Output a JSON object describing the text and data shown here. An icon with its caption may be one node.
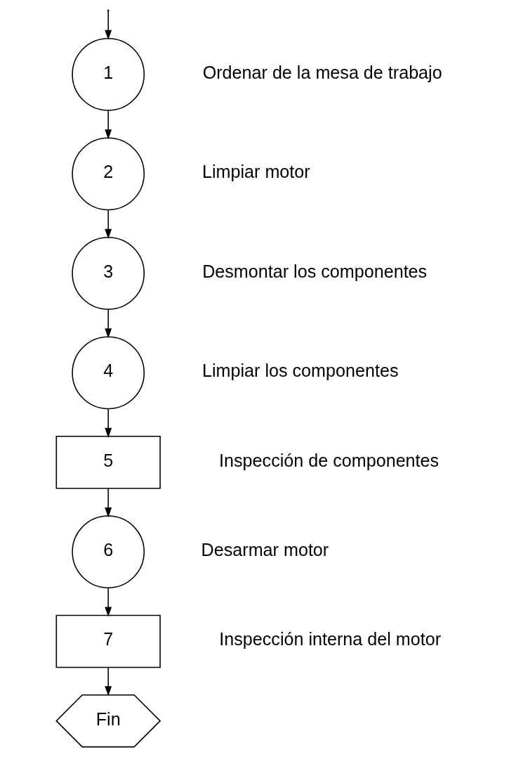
{
  "diagram": {
    "nodes": [
      {
        "text": [
          "1"
        ],
        "beside": [
          "Ordenar de la mesa de trabajo"
        ]
      },
      {
        "text": [
          "2"
        ],
        "beside": [
          "Limpiar motor"
        ]
      },
      {
        "text": [
          "3"
        ],
        "beside": [
          "Desmontar los componentes"
        ]
      },
      {
        "text": [
          "4"
        ],
        "beside": [
          "Limpiar los componentes"
        ]
      },
      {
        "text": [
          "5"
        ],
        "beside": [
          "Inspección de componentes"
        ]
      },
      {
        "text": [
          "6"
        ],
        "beside": [
          "Desarmar motor"
        ]
      },
      {
        "text": [
          "7"
        ],
        "beside": [
          "Inspección interna del motor"
        ]
      },
      {
        "text": [
          "Fin"
        ]
      }
    ],
    "edges": [
      {
        "from": null,
        "to": 0,
        "arrow": "to"
      },
      {
        "from": 0,
        "to": 1,
        "arrow": "to"
      },
      {
        "from": 1,
        "to": 2,
        "arrow": "to"
      },
      {
        "from": 2,
        "to": 3,
        "arrow": "to"
      },
      {
        "from": 3,
        "to": 4,
        "arrow": "to"
      },
      {
        "from": 4,
        "to": 5,
        "arrow": "to"
      },
      {
        "from": 5,
        "to": 6,
        "arrow": "to"
      },
      {
        "from": 6,
        "to": 7,
        "arrow": "to"
      }
    ]
  }
}
